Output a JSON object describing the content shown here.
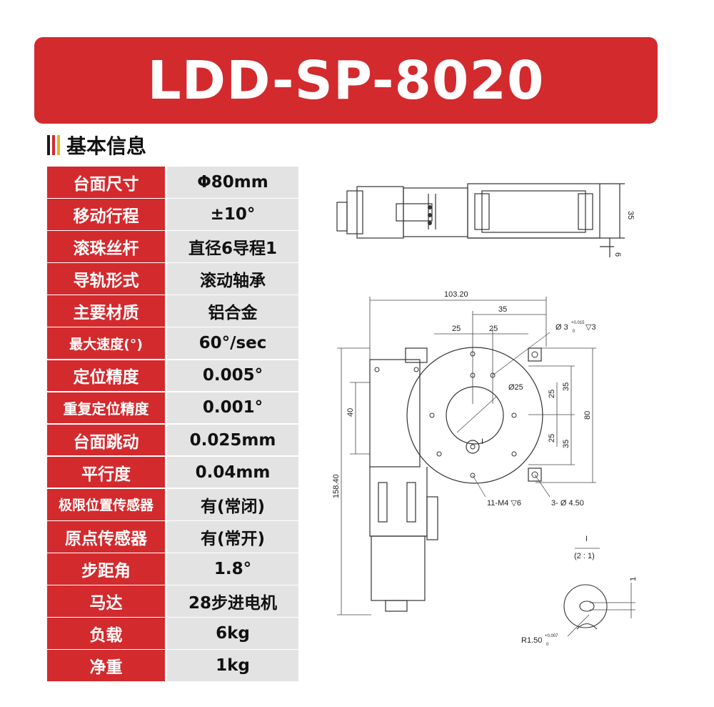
{
  "header": {
    "title": "LDD-SP-8020",
    "banner_color": "#d32a2e"
  },
  "section": {
    "title": "基本信息",
    "bar_colors": [
      "#1a1a1a",
      "#d32a2e",
      "#e6b422"
    ]
  },
  "specs": [
    {
      "label": "台面尺寸",
      "value": "Φ80mm"
    },
    {
      "label": "移动行程",
      "value": "±10°"
    },
    {
      "label": "滚珠丝杆",
      "value": "直径6导程1"
    },
    {
      "label": "导轨形式",
      "value": "滚动轴承"
    },
    {
      "label": "主要材质",
      "value": "铝合金"
    },
    {
      "label": "最大速度(°)",
      "value": "60°/sec"
    },
    {
      "label": "定位精度",
      "value": "0.005°"
    },
    {
      "label": "重复定位精度",
      "value": "0.001°"
    },
    {
      "label": "台面跳动",
      "value": "0.025mm"
    },
    {
      "label": "平行度",
      "value": "0.04mm"
    },
    {
      "label": "极限位置传感器",
      "value": "有(常闭)"
    },
    {
      "label": "原点传感器",
      "value": "有(常开)"
    },
    {
      "label": "步距角",
      "value": "1.8°"
    },
    {
      "label": "马达",
      "value": "28步进电机"
    },
    {
      "label": "负载",
      "value": "6kg"
    },
    {
      "label": "净重",
      "value": "1kg"
    }
  ],
  "drawing": {
    "dims": {
      "height_35": "35",
      "base_6": "6",
      "width_10320": "103.20",
      "top_35": "35",
      "top_25a": "25",
      "top_25b": "25",
      "hole_phi3": "Ø 3",
      "hole_tol_top": "+0.015",
      "hole_tol_bot": "0",
      "hole_depth": "▽3",
      "center_phi25": "Ø25",
      "left_40": "40",
      "right_25a": "25",
      "right_25b": "25",
      "right_35a": "35",
      "right_35b": "35",
      "right_80": "80",
      "total_15840": "158.40",
      "thread_label": "11-M4 ▽6",
      "mount_holes": "3- Ø 4.50",
      "mark_i": "I",
      "detail_i": "I",
      "detail_scale": "(2 : 1)",
      "detail_1": "1",
      "detail_r": "R1.50",
      "detail_tol": "+0.007",
      "detail_tol0": "0"
    }
  }
}
